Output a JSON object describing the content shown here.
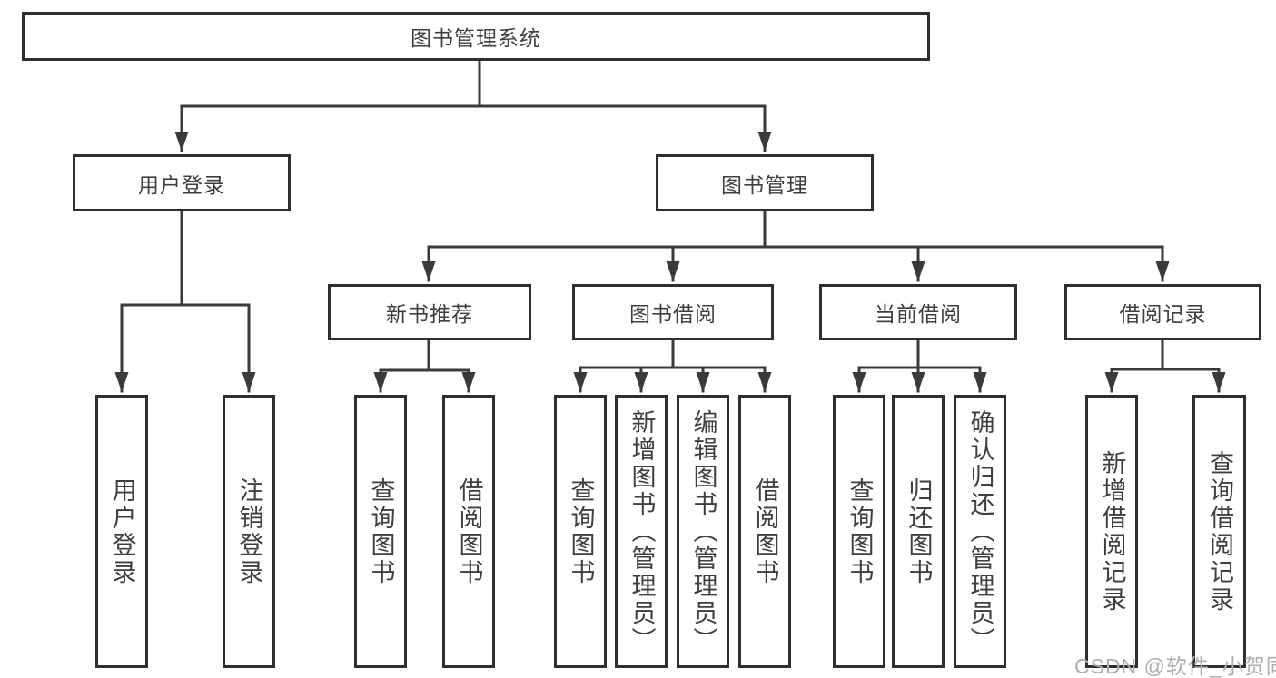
{
  "diagram": {
    "root": {
      "label": "图书管理系统"
    },
    "level2": [
      {
        "label": "用户登录"
      },
      {
        "label": "图书管理"
      }
    ],
    "level3": [
      {
        "label": "新书推荐",
        "parent": "图书管理"
      },
      {
        "label": "图书借阅",
        "parent": "图书管理"
      },
      {
        "label": "当前借阅",
        "parent": "图书管理"
      },
      {
        "label": "借阅记录",
        "parent": "图书管理"
      }
    ],
    "leaves": [
      {
        "label": "用户登录",
        "parent": "用户登录"
      },
      {
        "label": "注销登录",
        "parent": "用户登录"
      },
      {
        "label": "查询图书",
        "parent": "新书推荐"
      },
      {
        "label": "借阅图书",
        "parent": "新书推荐"
      },
      {
        "label": "查询图书",
        "parent": "图书借阅"
      },
      {
        "label": "新增图书（管理员）",
        "parent": "图书借阅"
      },
      {
        "label": "编辑图书（管理员）",
        "parent": "图书借阅"
      },
      {
        "label": "借阅图书",
        "parent": "图书借阅"
      },
      {
        "label": "查询图书",
        "parent": "当前借阅"
      },
      {
        "label": "归还图书",
        "parent": "当前借阅"
      },
      {
        "label": "确认归还（管理员）",
        "parent": "当前借阅"
      },
      {
        "label": "新增借阅记录",
        "parent": "借阅记录"
      },
      {
        "label": "查询借阅记录",
        "parent": "借阅记录"
      }
    ]
  },
  "watermark": {
    "text": "CSDN @软件_小贺同学"
  },
  "colors": {
    "line": "#3a3a3a",
    "box_border": "#2e2e2e",
    "text": "#3f3f3f",
    "watermark": "#aeaeae",
    "background": "#ffffff"
  }
}
